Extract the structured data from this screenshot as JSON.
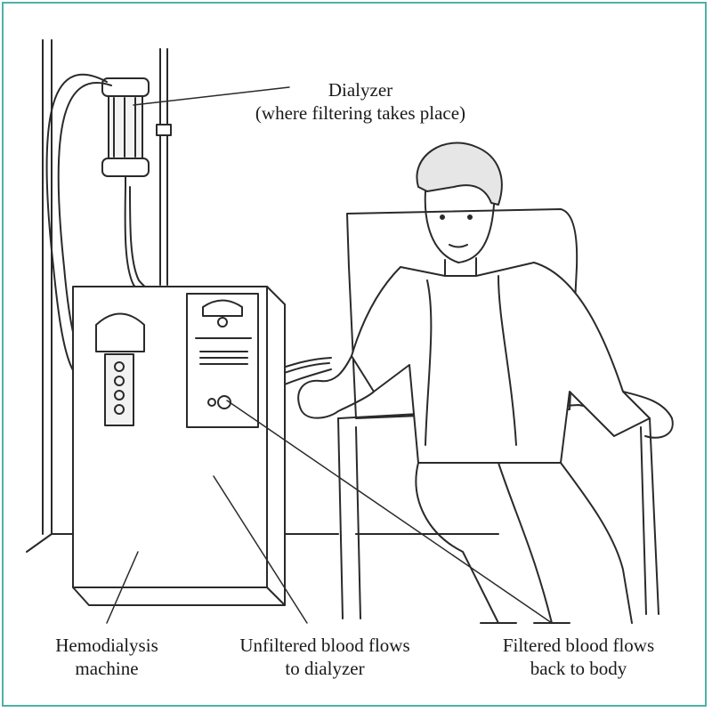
{
  "colors": {
    "frame": "#4fb0a8",
    "line": "#2a2a2a",
    "shade": "#d9d9d9"
  },
  "labels": {
    "dialyzer": {
      "line1": "Dialyzer",
      "line2": "(where filtering takes place)"
    },
    "machine": {
      "line1": "Hemodialysis",
      "line2": "machine"
    },
    "unfiltered": {
      "line1": "Unfiltered blood flows",
      "line2": "to dialyzer"
    },
    "filtered": {
      "line1": "Filtered blood flows",
      "line2": "back to body"
    }
  }
}
